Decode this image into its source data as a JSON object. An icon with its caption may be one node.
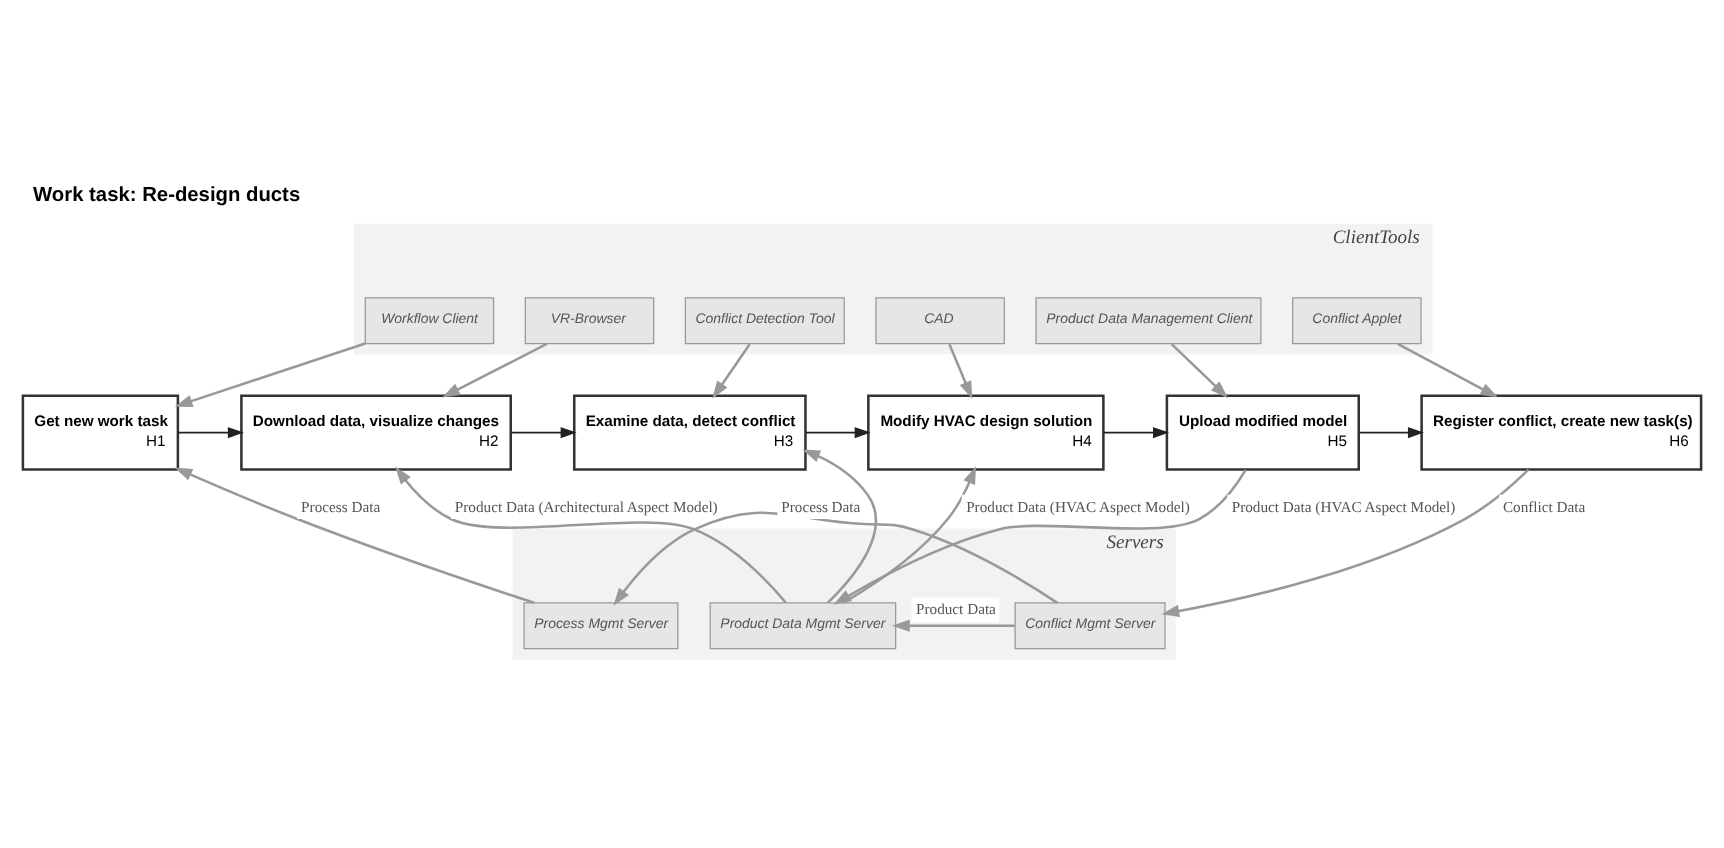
{
  "diagram": {
    "title": "Work task: Re-design ducts",
    "nodes": [
      {
        "text": [
          "ClientTools"
        ]
      },
      {
        "text": [
          "Workflow Client"
        ],
        "in": 0
      },
      {
        "text": [
          "VR-Browser"
        ],
        "in": 0
      },
      {
        "text": [
          "Conflict Detection Tool"
        ],
        "in": 0
      },
      {
        "text": [
          "CAD"
        ],
        "in": 0
      },
      {
        "text": [
          "Product Data Management Client"
        ],
        "in": 0
      },
      {
        "text": [
          "Conflict Applet"
        ],
        "in": 0
      },
      {
        "text": [
          "Get new work task",
          "H1"
        ]
      },
      {
        "text": [
          "Download data, visualize changes",
          "H2"
        ]
      },
      {
        "text": [
          "Examine data, detect conflict",
          "H3"
        ]
      },
      {
        "text": [
          "Modify HVAC design solution",
          "H4"
        ]
      },
      {
        "text": [
          "Upload modified model",
          "H5"
        ]
      },
      {
        "text": [
          "Register conflict, create new task(s)",
          "H6"
        ]
      },
      {
        "text": [
          "Servers"
        ]
      },
      {
        "text": [
          "Process Mgmt Server"
        ],
        "in": 13
      },
      {
        "text": [
          "Product Data Mgmt Server"
        ],
        "in": 13
      },
      {
        "text": [
          "Conflict Mgmt Server"
        ],
        "in": 13
      }
    ],
    "edges": [
      {
        "from": 1,
        "to": 7,
        "arrow": "to"
      },
      {
        "from": 2,
        "to": 8,
        "arrow": "to"
      },
      {
        "from": 3,
        "to": 9,
        "arrow": "to"
      },
      {
        "from": 4,
        "to": 10,
        "arrow": "to"
      },
      {
        "from": 5,
        "to": 11,
        "arrow": "to"
      },
      {
        "from": 6,
        "to": 12,
        "arrow": "to"
      },
      {
        "from": 7,
        "to": 8,
        "arrow": "to",
        "color": "#222222"
      },
      {
        "from": 8,
        "to": 9,
        "arrow": "to",
        "color": "#222222"
      },
      {
        "from": 9,
        "to": 10,
        "arrow": "to",
        "color": "#222222"
      },
      {
        "from": 10,
        "to": 11,
        "arrow": "to",
        "color": "#222222"
      },
      {
        "from": 11,
        "to": 12,
        "arrow": "to",
        "color": "#222222"
      },
      {
        "from": 14,
        "to": 7,
        "arrow": "to",
        "label": "Process Data"
      },
      {
        "from": 15,
        "to": 8,
        "arrow": "to",
        "label": "Product Data (Architectural Aspect Model)"
      },
      {
        "from": 15,
        "to": 9,
        "arrow": "to"
      },
      {
        "from": 15,
        "to": 10,
        "arrow": "to",
        "label": "Product Data (HVAC Aspect Model)"
      },
      {
        "from": 11,
        "to": 15,
        "arrow": "to",
        "label": "Product Data (HVAC Aspect Model)"
      },
      {
        "from": 12,
        "to": 16,
        "arrow": "to",
        "label": "Conflict Data"
      },
      {
        "from": 16,
        "to": 15,
        "arrow": "to",
        "label": "Product Data"
      },
      {
        "from": 16,
        "to": 14,
        "arrow": "to",
        "label": "Process Data"
      }
    ]
  }
}
